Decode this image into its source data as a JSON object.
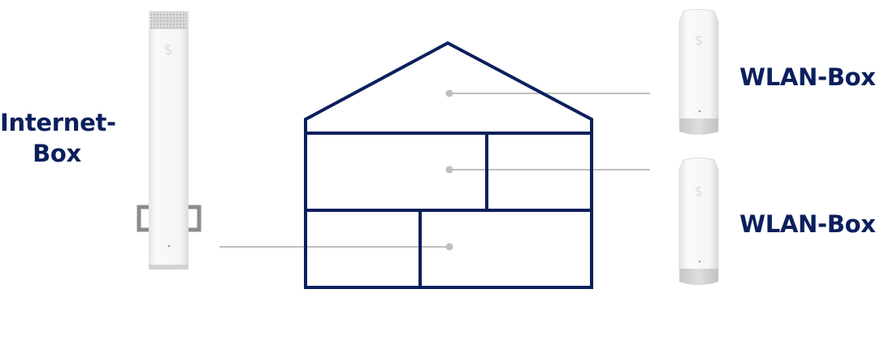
{
  "labels": {
    "internet_box_line1": "Internet-",
    "internet_box_line2": "Box",
    "wlan_box_top": "WLAN-Box",
    "wlan_box_bottom": "WLAN-Box"
  },
  "icons": {
    "internet_box": "router-device-icon",
    "wlan_box": "wifi-extender-device-icon",
    "house": "house-floorplan-icon"
  },
  "colors": {
    "house_outline": "#0b1f5c",
    "label_text": "#0b1f5c",
    "connector_line": "#bfbfbf",
    "device_body": "#f2f2f2",
    "device_base": "#d4d4d4"
  }
}
